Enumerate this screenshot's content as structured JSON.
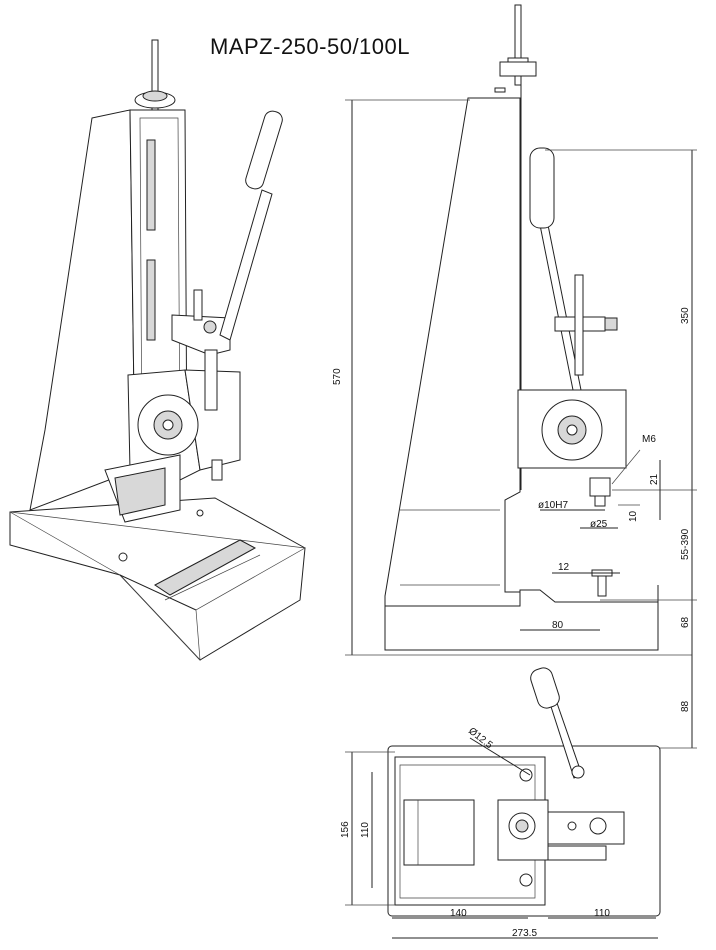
{
  "title": "MAPZ-250-50/100L",
  "dimensions": {
    "overall_height": "570",
    "stroke_upper": "350",
    "m6": "M6",
    "d21": "21",
    "d10": "10",
    "bore": "ø10H7",
    "dia25": "ø25",
    "range": "55-390",
    "d12": "12",
    "d80": "80",
    "d68": "68",
    "d88": "88",
    "hole": "Ø12.5",
    "w156": "156",
    "w110v": "110",
    "d140": "140",
    "d110h": "110",
    "d273": "273.5"
  }
}
